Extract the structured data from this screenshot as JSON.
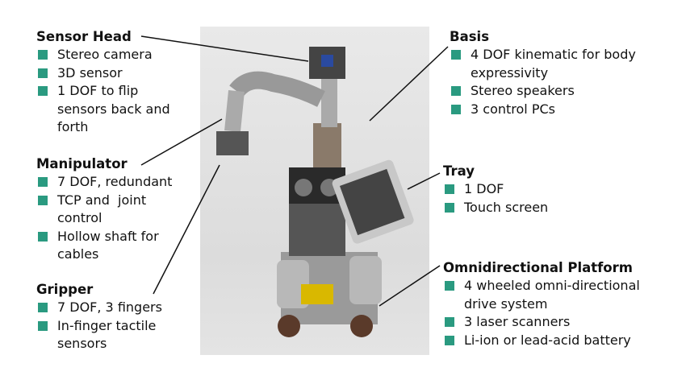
{
  "colors": {
    "bullet": "#2a9a80"
  },
  "sections": {
    "sensor_head": {
      "title": "Sensor Head",
      "items": [
        "Stereo camera",
        "3D sensor",
        "1 DOF to flip sensors back and forth"
      ]
    },
    "manipulator": {
      "title": "Manipulator",
      "items": [
        "7 DOF, redundant",
        "TCP and  joint control",
        "Hollow shaft for cables"
      ]
    },
    "gripper": {
      "title": "Gripper",
      "items": [
        "7 DOF, 3 fingers",
        "In-finger tactile sensors"
      ]
    },
    "basis": {
      "title": "Basis",
      "items": [
        "4 DOF kinematic for body expressivity",
        "Stereo speakers",
        "3 control PCs"
      ]
    },
    "tray": {
      "title": "Tray",
      "items": [
        "1 DOF",
        "Touch screen"
      ]
    },
    "platform": {
      "title": "Omnidirectional Platform",
      "items": [
        "4 wheeled omni-directional drive system",
        "3 laser scanners",
        "Li-ion or lead-acid battery"
      ]
    }
  }
}
